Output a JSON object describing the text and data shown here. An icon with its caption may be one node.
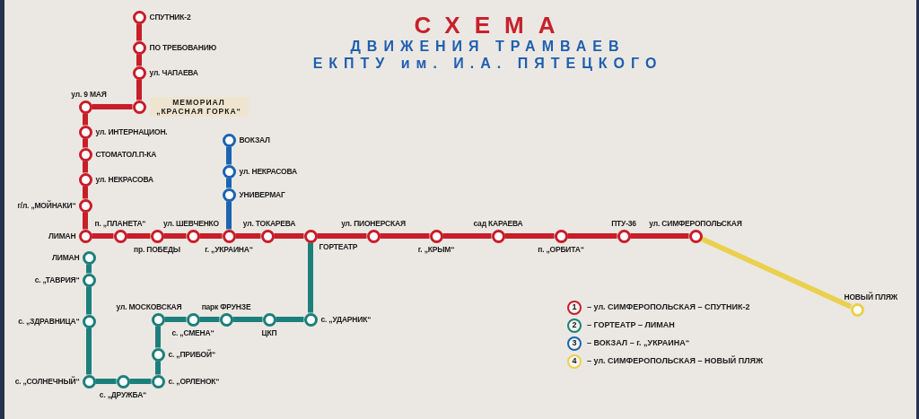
{
  "diagram": {
    "title": "СХЕМА ДВИЖЕНИЯ ТРАМВАЕВ ЕКПТУ им. И.А. ПЯТЕЦКОГО",
    "nodes": [
      {
        "text": [
          "СПУТНИК-2"
        ]
      },
      {
        "text": [
          "ПО ТРЕБОВАНИЮ"
        ]
      },
      {
        "text": [
          "ул. ЧАПАЕВА"
        ]
      },
      {
        "text": [
          "МЕМОРИАЛ „КРАСНАЯ ГОРКА“"
        ]
      },
      {
        "text": [
          "ул. 9 МАЯ"
        ]
      },
      {
        "text": [
          "ул. ИНТЕРНАЦИОН."
        ]
      },
      {
        "text": [
          "СТОМАТОЛ.П-КА"
        ]
      },
      {
        "text": [
          "ул. НЕКРАСОВА"
        ]
      },
      {
        "text": [
          "г/л. „МОЙНАКИ“"
        ]
      },
      {
        "text": [
          "ЛИМАН"
        ]
      },
      {
        "text": [
          "п. „ПЛАНЕТА“"
        ]
      },
      {
        "text": [
          "пр. ПОБЕДЫ"
        ]
      },
      {
        "text": [
          "ул. ШЕВЧЕНКО"
        ]
      },
      {
        "text": [
          "г. „УКРАИНА“"
        ]
      },
      {
        "text": [
          "ул. ТОКАРЕВА"
        ]
      },
      {
        "text": [
          "ГОРТЕАТР"
        ]
      },
      {
        "text": [
          "ул. ПИОНЕРСКАЯ"
        ]
      },
      {
        "text": [
          "г. „КРЫМ“"
        ]
      },
      {
        "text": [
          "сад КАРАЕВА"
        ]
      },
      {
        "text": [
          "п. „ОРБИТА“"
        ]
      },
      {
        "text": [
          "ПТУ-36"
        ]
      },
      {
        "text": [
          "ул. СИМФЕРОПОЛЬСКАЯ"
        ]
      },
      {
        "text": [
          "НОВЫЙ ПЛЯЖ"
        ]
      },
      {
        "text": [
          "ВОКЗАЛ"
        ]
      },
      {
        "text": [
          "ул. НЕКРАСОВА"
        ]
      },
      {
        "text": [
          "УНИВЕРМАГ"
        ]
      },
      {
        "text": [
          "с. „УДАРНИК“"
        ]
      },
      {
        "text": [
          "ЦКП"
        ]
      },
      {
        "text": [
          "парк ФРУНЗЕ"
        ]
      },
      {
        "text": [
          "с. „СМЕНА“"
        ]
      },
      {
        "text": [
          "ул. МОСКОВСКАЯ"
        ]
      },
      {
        "text": [
          "с. „ПРИБОЙ“"
        ]
      },
      {
        "text": [
          "с. „ОРЛЕНОК“"
        ]
      },
      {
        "text": [
          "с. „ДРУЖБА“"
        ]
      },
      {
        "text": [
          "с. „СОЛНЕЧНЫЙ“"
        ]
      },
      {
        "text": [
          "с. „ЗДРАВНИЦА“"
        ]
      },
      {
        "text": [
          "с. „ТАВРИЯ“"
        ]
      },
      {
        "text": [
          "ЛИМАН"
        ]
      }
    ],
    "edges": [
      {
        "from": 0,
        "to": 1,
        "arrow": "none"
      },
      {
        "from": 1,
        "to": 2,
        "arrow": "none"
      },
      {
        "from": 2,
        "to": 3,
        "arrow": "none"
      },
      {
        "from": 3,
        "to": 4,
        "arrow": "none"
      },
      {
        "from": 4,
        "to": 5,
        "arrow": "none"
      },
      {
        "from": 5,
        "to": 6,
        "arrow": "none"
      },
      {
        "from": 6,
        "to": 7,
        "arrow": "none"
      },
      {
        "from": 7,
        "to": 8,
        "arrow": "none"
      },
      {
        "from": 8,
        "to": 9,
        "arrow": "none"
      },
      {
        "from": 9,
        "to": 10,
        "arrow": "none"
      },
      {
        "from": 10,
        "to": 11,
        "arrow": "none"
      },
      {
        "from": 11,
        "to": 12,
        "arrow": "none"
      },
      {
        "from": 12,
        "to": 13,
        "arrow": "none"
      },
      {
        "from": 13,
        "to": 14,
        "arrow": "none"
      },
      {
        "from": 14,
        "to": 15,
        "arrow": "none"
      },
      {
        "from": 15,
        "to": 16,
        "arrow": "none"
      },
      {
        "from": 16,
        "to": 17,
        "arrow": "none"
      },
      {
        "from": 17,
        "to": 18,
        "arrow": "none"
      },
      {
        "from": 18,
        "to": 19,
        "arrow": "none"
      },
      {
        "from": 19,
        "to": 20,
        "arrow": "none"
      },
      {
        "from": 20,
        "to": 21,
        "arrow": "none"
      },
      {
        "from": 21,
        "to": 22,
        "arrow": "none",
        "color": "#ead04e"
      },
      {
        "from": 23,
        "to": 24,
        "arrow": "none",
        "color": "#1b63b3"
      },
      {
        "from": 24,
        "to": 25,
        "arrow": "none",
        "color": "#1b63b3"
      },
      {
        "from": 25,
        "to": 13,
        "arrow": "none",
        "color": "#1b63b3"
      },
      {
        "from": 15,
        "to": 26,
        "arrow": "none",
        "color": "#1d7f7b"
      },
      {
        "from": 26,
        "to": 27,
        "arrow": "none",
        "color": "#1d7f7b"
      },
      {
        "from": 27,
        "to": 28,
        "arrow": "none",
        "color": "#1d7f7b"
      },
      {
        "from": 28,
        "to": 29,
        "arrow": "none",
        "color": "#1d7f7b"
      },
      {
        "from": 29,
        "to": 30,
        "arrow": "none",
        "color": "#1d7f7b"
      },
      {
        "from": 30,
        "to": 31,
        "arrow": "none",
        "color": "#1d7f7b"
      },
      {
        "from": 31,
        "to": 32,
        "arrow": "none",
        "color": "#1d7f7b"
      },
      {
        "from": 32,
        "to": 33,
        "arrow": "none",
        "color": "#1d7f7b"
      },
      {
        "from": 33,
        "to": 34,
        "arrow": "none",
        "color": "#1d7f7b"
      },
      {
        "from": 34,
        "to": 35,
        "arrow": "none",
        "color": "#1d7f7b"
      },
      {
        "from": 35,
        "to": 36,
        "arrow": "none",
        "color": "#1d7f7b"
      },
      {
        "from": 36,
        "to": 37,
        "arrow": "none",
        "color": "#1d7f7b"
      }
    ],
    "labels": [
      "1",
      "2",
      "3",
      "4"
    ],
    "legend": [
      {
        "text": "– ул. СИМФЕРОПОЛЬСКАЯ – СПУТНИК-2",
        "color": "#c81e2a"
      },
      {
        "text": "– ГОРТЕАТР – ЛИМАН",
        "color": "#1d7f7b"
      },
      {
        "text": "– ВОКЗАЛ – г. „УКРАИНА“",
        "color": "#1b63b3"
      },
      {
        "text": "– ул. СИМФЕРОПОЛЬСКАЯ – НОВЫЙ ПЛЯЖ",
        "color": "#ead04e"
      }
    ]
  }
}
